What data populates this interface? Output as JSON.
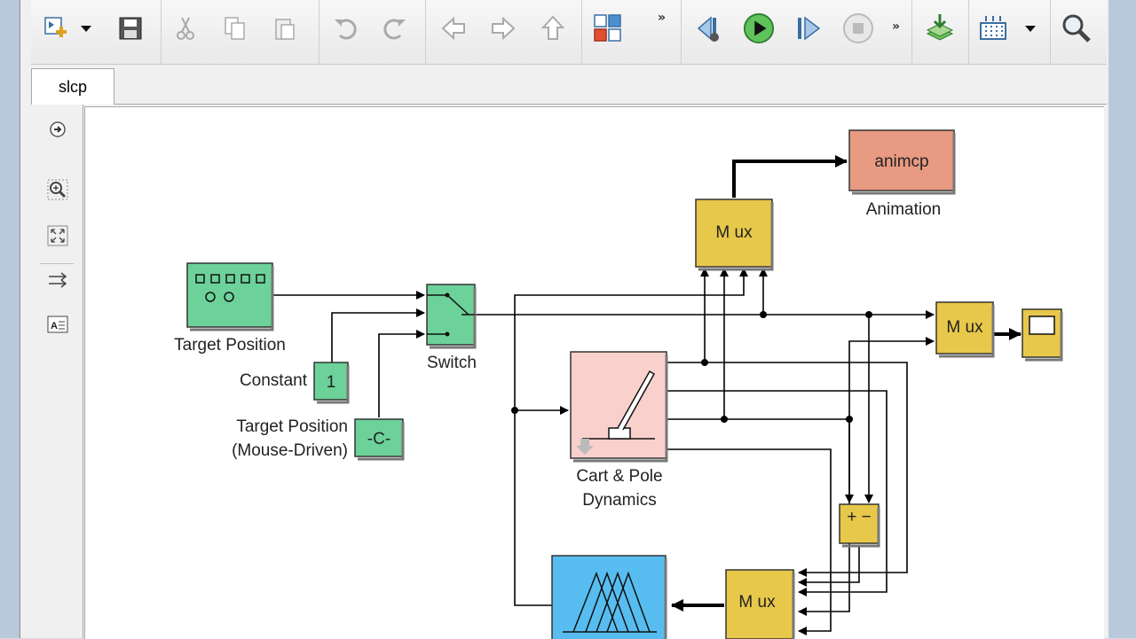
{
  "tab": {
    "label": "slcp"
  },
  "toolbar": {
    "icons": [
      "new-model-icon",
      "dropdown-arrow-icon",
      "save-icon",
      "cut-icon",
      "copy-icon",
      "paste-icon",
      "undo-icon",
      "redo-icon",
      "back-icon",
      "forward-icon",
      "up-icon",
      "library-browser-icon",
      "more-icon",
      "step-back-icon",
      "run-icon",
      "step-forward-icon",
      "stop-icon",
      "more-icon",
      "build-icon",
      "model-config-icon",
      "dropdown-arrow-icon",
      "search-icon"
    ]
  },
  "sidebar": {
    "icons": [
      "hide-show-browser-icon",
      "zoom-in-icon",
      "fit-to-view-icon",
      "signal-routing-icon",
      "annotation-icon"
    ]
  },
  "blocks": {
    "target_position": {
      "label": "Target Position"
    },
    "constant": {
      "label": "Constant",
      "value": "1"
    },
    "mouse_driven": {
      "label_line1": "Target Position",
      "label_line2": "(Mouse-Driven)",
      "value": "-C-"
    },
    "switch": {
      "label": "Switch"
    },
    "cart_pole": {
      "label_line1": "Cart & Pole",
      "label_line2": "Dynamics"
    },
    "mux_top": {
      "label": "M ux"
    },
    "mux_right": {
      "label": "M ux"
    },
    "mux_bottom": {
      "label": "M ux"
    },
    "animation": {
      "value": "animcp",
      "label": "Animation"
    },
    "sum": {
      "value": "+ −"
    }
  },
  "colors": {
    "green_block": "#6cd29a",
    "mux_yellow": "#e8c84a",
    "anim_red": "#e89a82",
    "cart_pink": "#f9d0cc",
    "fuzzy_blue": "#57bdf0"
  }
}
